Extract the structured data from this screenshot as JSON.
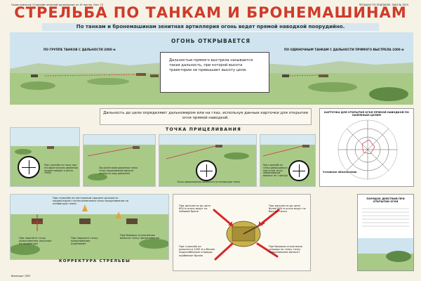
{
  "header": {
    "series_note": "Серия плакатов «Стрельба зенитной артиллерии» из 19 листов. Лист 13",
    "code": "ПРОДАНО ПО ПОДПИСКЕ. ЗАКЗ № 3319"
  },
  "title": "СТРЕЛЬБА ПО ТАНКАМ И БРОНЕМАШИНАМ",
  "subtitle": "По танкам и бронемашинам зенитная артиллерия огонь ведет прямой наводкой поорудийно.",
  "top": {
    "ribbon": "ОГОНЬ ОТКРЫВАЕТСЯ",
    "left_label": "ПО ГРУППЕ ТАНКОВ С ДАЛЬНОСТИ 2000 м",
    "right_label": "ПО ОДИНОЧНЫМ ТАНКАМ С ДАЛЬНОСТИ ПРЯМОГО ВЫСТРЕЛА 1000 м",
    "callout": "Дальностью прямого выстрела называется такая дальность, при которой высота траектории не превышает высоту цели.",
    "distance_left": "2000 м",
    "distance_right": "1000 м"
  },
  "middle": {
    "info_box": "Дальность до цели определяют дальномером или на глаз, используя данные карточки для открытия огня прямой наводкой.",
    "aim_title": "ТОЧКА ПРИЦЕЛИВАНИЯ",
    "scene_captions": [
      "При стрельбе по танку при его фронтальном движении орудие наводят в центр танка",
      "При фланговом движении танка точку прицеливания выносят вперед по ходу движения",
      "Точка прицеливания выносится на полфигуры танка",
      "При стрельбе по танку движущемуся под углом точку прицеливания выносят на 1 фигуру"
    ],
    "chart_title": "КАРТОЧКА ДЛЯ ОТКРЫТИЯ ОГНЯ ПРЯМОЙ НАВОДКОЙ ПО НАЗЕМНЫМ ЦЕЛЯМ",
    "chart_legend_title": "Условные обозначения"
  },
  "bottom": {
    "corr_note": "При стрельбе на постоянном прицеле дальность корректируют путем изменения точки прицеливания на полфигуры танка.",
    "corr_captions": [
      "При перелете точку прицеливания опускают на полфигуры",
      "При недолете точку прицеливания поднимают",
      "При боковых отклонениях выносят точку прицеливания"
    ],
    "corr_title": "КОРРЕКТУРА СТРЕЛЬБЫ",
    "center_texts": [
      "При дальности до цели 800 м огонь ведут по лобовой броне",
      "При дальности до цели более 800 м огонь ведут по бортам танка",
      "При стрельбе на дальности 1000 м и ближе подкалиберные снаряды пробивают броню",
      "При боковом отклонении снаряда по танку точку прицеливания выносят"
    ],
    "right_title": "ПОРЯДОК ДЕЙСТВИЙ ПРИ ОТКРЫТИИ ОГНЯ"
  },
  "printnote": "Воениздат 1955"
}
